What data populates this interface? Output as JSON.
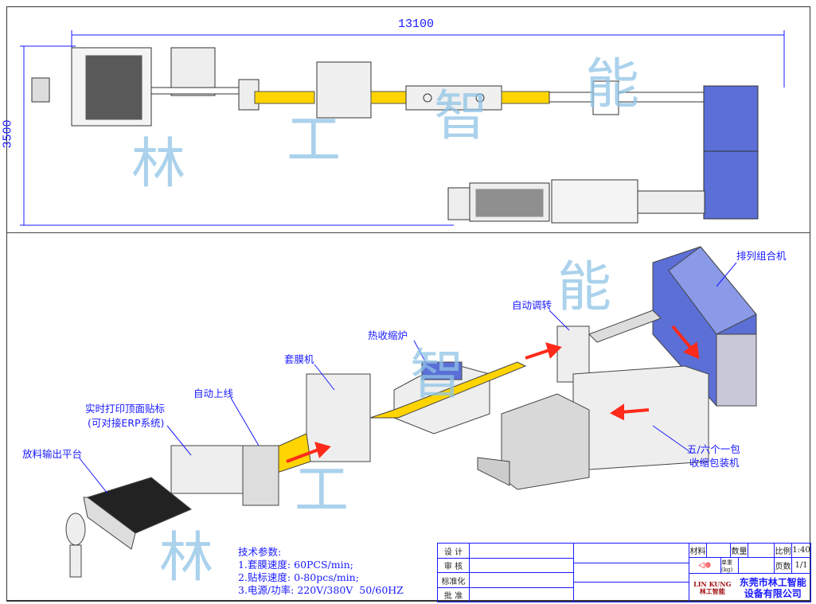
{
  "dimensions": {
    "length": "13100",
    "width": "3500"
  },
  "watermark": {
    "chars": [
      "林",
      "工",
      "智",
      "能"
    ]
  },
  "labels": {
    "arrange_combine": "排列组合机",
    "auto_turn": "自动调转",
    "heat_shrink": "热收缩炉",
    "film_sleeve": "套膜机",
    "auto_feed": "自动上线",
    "print_label_1": "实时打印顶面贴标",
    "print_label_2": "(可对接ERP系统)",
    "discharge": "放料输出平台",
    "pack_1": "五/六个一包",
    "pack_2": "收缩包装机"
  },
  "params": {
    "title": "技术参数:",
    "items": [
      "1.套膜速度: 60PCS/min;",
      "2.贴标速度: 0-80pcs/min;",
      "3.电源/功率: 220V/380V  50/60HZ"
    ]
  },
  "title_block": {
    "design": "设 计",
    "review": "审 核",
    "standard": "标准化",
    "approve": "批 准",
    "material": "材料",
    "quantity": "数量",
    "scale_label": "比例",
    "scale": "1:40",
    "weight": "单重(kg)",
    "pages_label": "页数",
    "pages": "1/1",
    "logo_en": "LIN KUNG",
    "logo_cn": "林工智能",
    "company_1": "东莞市林工智能",
    "company_2": "设备有限公司"
  },
  "colors": {
    "accent": "#1a1aff",
    "machine_blue": "#5b6fd6",
    "arrow": "#ff2a1a",
    "watermark": "#8fc4e6"
  }
}
